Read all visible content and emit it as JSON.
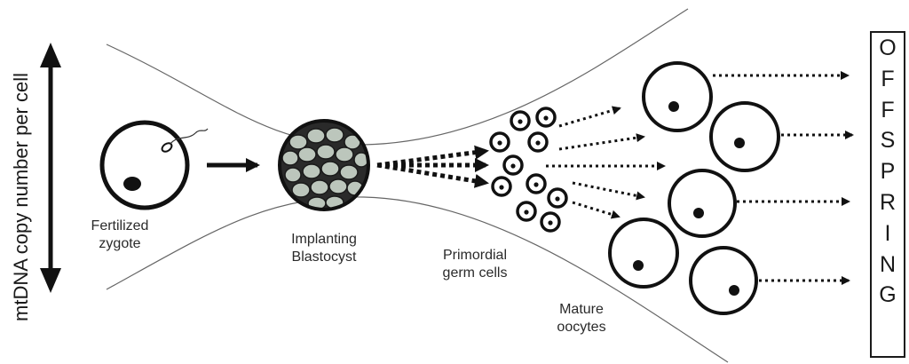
{
  "y_axis_label": "mtDNA copy number per cell",
  "stages": {
    "zygote": [
      "Fertilized",
      "zygote"
    ],
    "blastocyst": [
      "Implanting",
      "Blastocyst"
    ],
    "germ": [
      "Primordial",
      "germ cells"
    ],
    "oocytes": [
      "Mature",
      "oocytes"
    ]
  },
  "offspring_letters": [
    "O",
    "F",
    "F",
    "S",
    "P",
    "R",
    "I",
    "N",
    "G"
  ],
  "colors": {
    "ink": "#111111",
    "cell_fill": "#b9c3b9",
    "line": "#555555"
  }
}
